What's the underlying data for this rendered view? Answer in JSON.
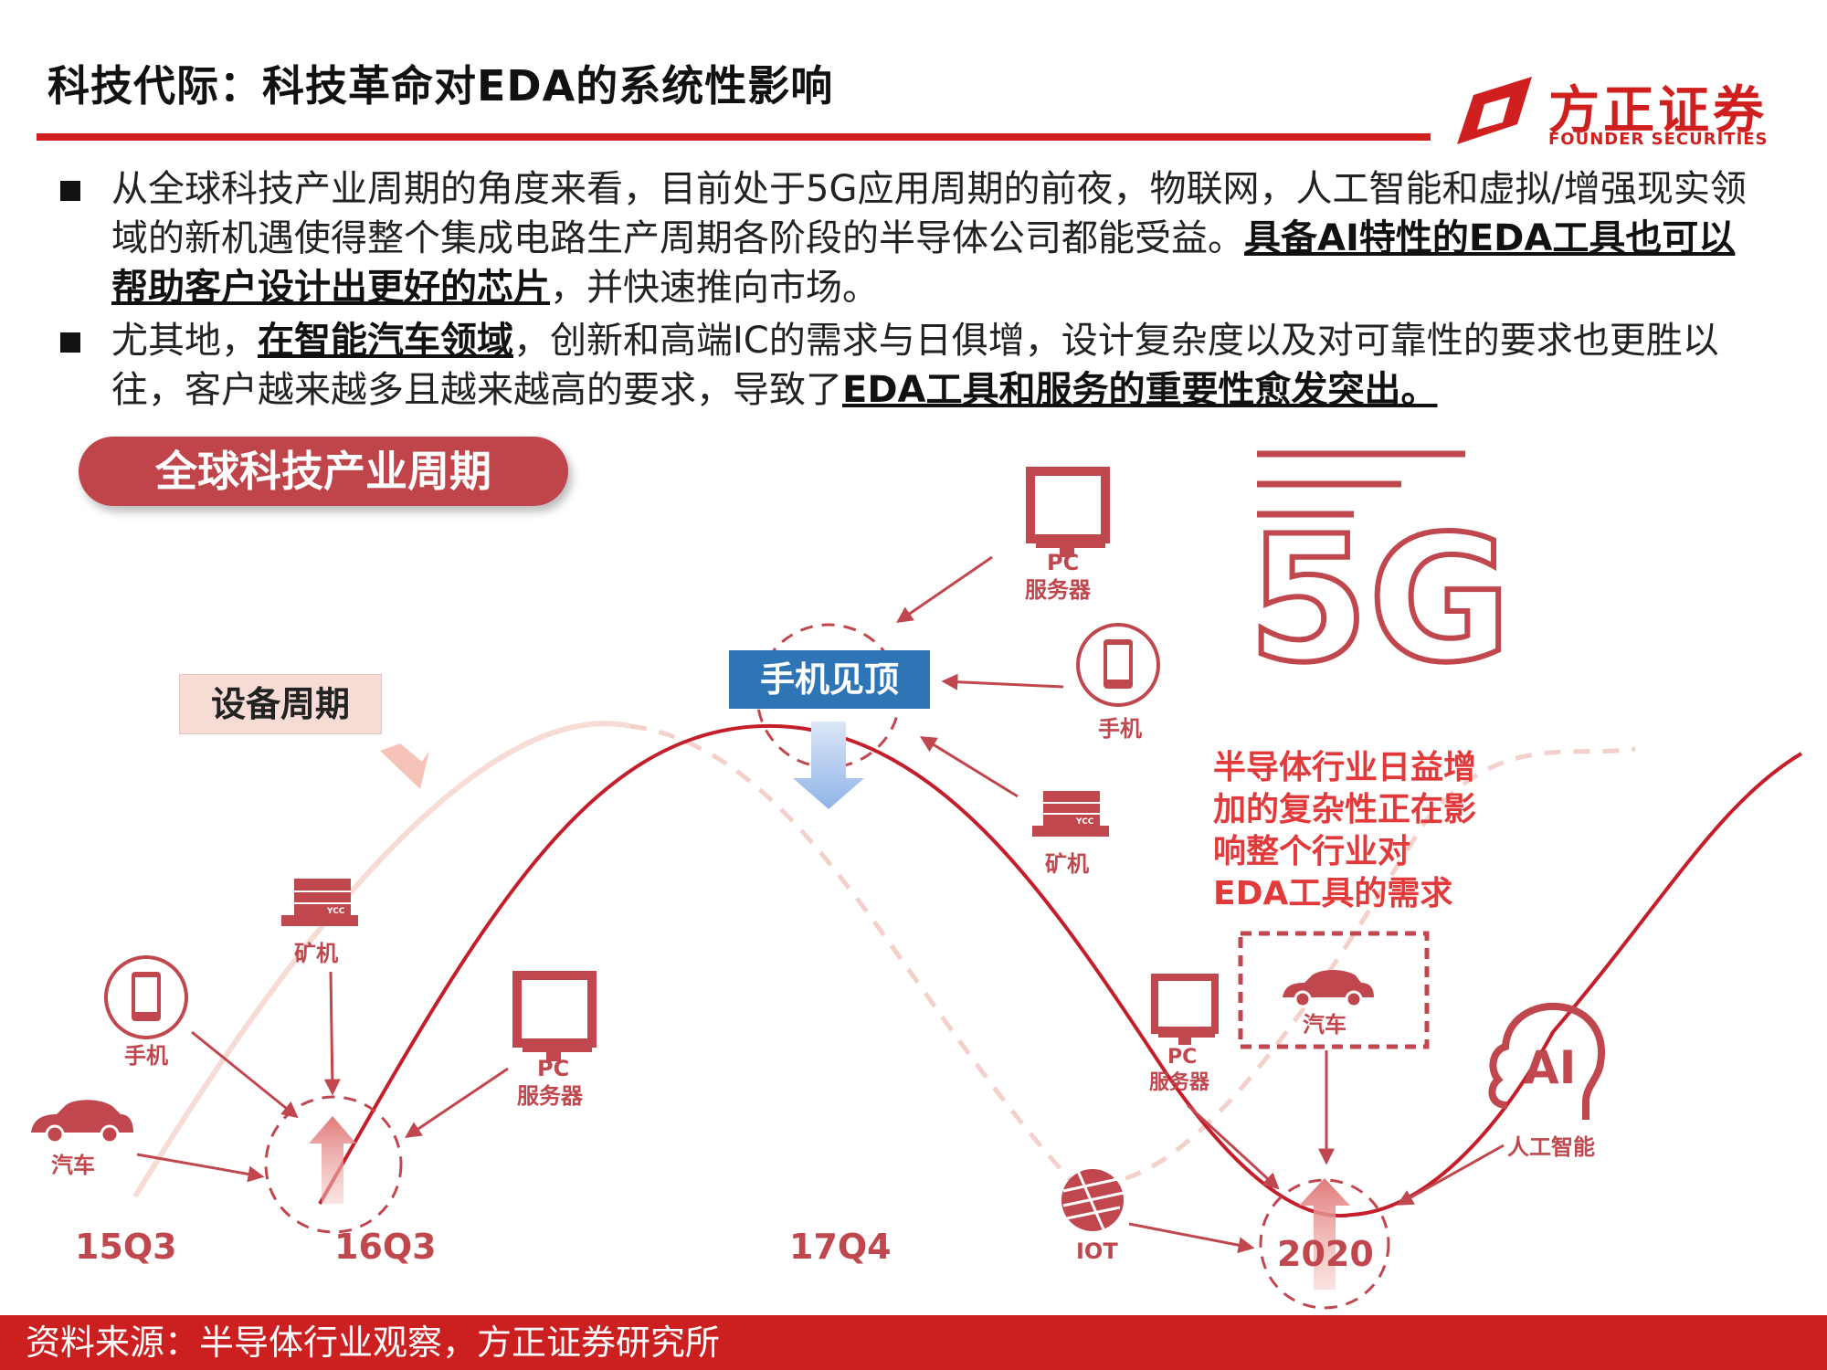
{
  "header": {
    "title": "科技代际：科技革命对EDA的系统性影响",
    "logo_cn": "方正证券",
    "logo_en": "FOUNDER SECURITIES"
  },
  "bullets": [
    {
      "text_a": "从全球科技产业周期的角度来看，目前处于5G应用周期的前夜，物联网，人工智能和虚拟/增强现实领域的新机遇使得整个集成电路生产周期各阶段的半导体公司都能受益。",
      "bold": "具备AI特性的EDA工具也可以帮助客户设计出更好的芯片",
      "text_b": "，并快速推向市场。"
    },
    {
      "text_a": "尤其地，",
      "bold_a": "在智能汽车领域",
      "text_b": "，创新和高端IC的需求与日俱增，设计复杂度以及对可靠性的要求也更胜以往，客户越来越多且越来越高的要求，导致了",
      "bold_b": "EDA工具和服务的重要性愈发突出。"
    }
  ],
  "diagram": {
    "section_title": "全球科技产业周期",
    "equipment_cycle": "设备周期",
    "peak_label": "手机见顶",
    "fiveg": "5G",
    "callout": [
      "半导体行业日益增",
      "加的复杂性正在影",
      "响整个行业对",
      "EDA工具的需求"
    ],
    "ticks": [
      "15Q3",
      "16Q3",
      "17Q4",
      "2020"
    ],
    "left_inputs": {
      "car": "汽车",
      "phone": "手机",
      "miner": "矿机",
      "pc": "PC",
      "server": "服务器"
    },
    "peak_inputs": {
      "pc": "PC",
      "server": "服务器",
      "phone": "手机",
      "miner": "矿机"
    },
    "trough_inputs": {
      "pc": "PC",
      "server": "服务器",
      "car": "汽车",
      "iot": "IOT",
      "ai": "人工智能",
      "ai_badge": "AI"
    },
    "miner_badge": "YCC",
    "colors": {
      "accent": "#cf1f1f",
      "icon": "#c0474d",
      "blue": "#2e75b6"
    }
  },
  "footer": {
    "source": "资料来源：半导体行业观察，方正证券研究所"
  }
}
